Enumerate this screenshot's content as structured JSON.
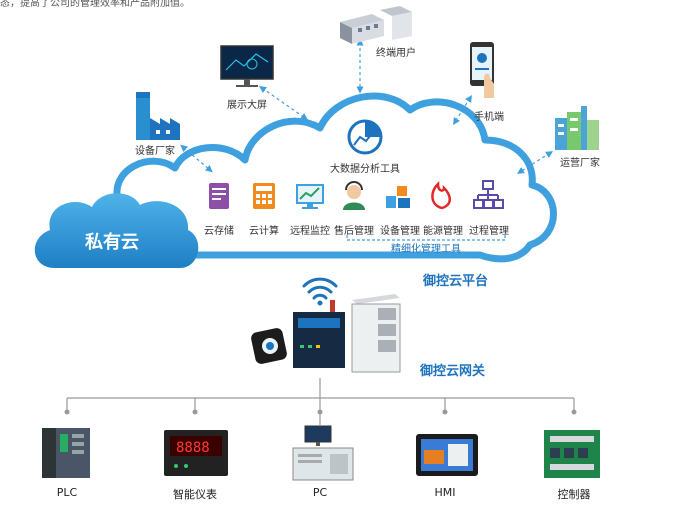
{
  "top_text": "态，提高了公司的管理效率和产品附加值。",
  "cloud_platform": {
    "center_tool": "大数据分析工具",
    "modules": [
      "云存储",
      "云计算",
      "远程监控",
      "售后管理",
      "设备管理",
      "能源管理",
      "过程管理"
    ],
    "bracket_label": "精细化管理工具"
  },
  "private_cloud": "私有云",
  "endpoints": {
    "terminal_user": "终端用户",
    "display_screen": "展示大屏",
    "mobile": "手机端",
    "equipment_maker": "设备厂家",
    "operator": "运营厂家"
  },
  "platform_title": "御控云平台",
  "gateway_title": "御控云网关",
  "devices": [
    "PLC",
    "智能仪表",
    "PC",
    "HMI",
    "控制器"
  ],
  "colors": {
    "accent": "#1e73be",
    "cloud_stroke": "#3fa0df",
    "dark_cloud": "#2a8fcf"
  }
}
